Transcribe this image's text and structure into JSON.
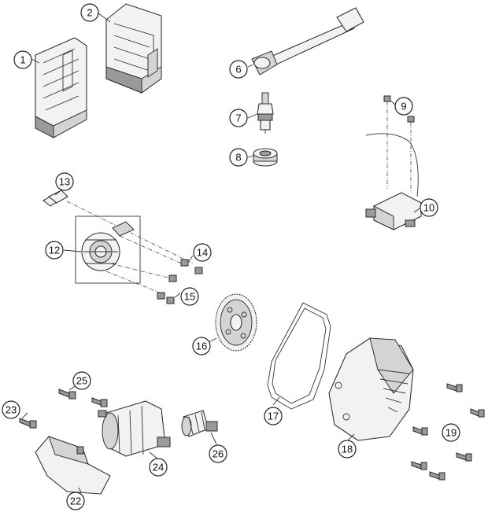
{
  "callouts": [
    {
      "id": "1",
      "label": "1"
    },
    {
      "id": "2",
      "label": "2"
    },
    {
      "id": "6",
      "label": "6"
    },
    {
      "id": "7",
      "label": "7"
    },
    {
      "id": "8",
      "label": "8"
    },
    {
      "id": "9",
      "label": "9"
    },
    {
      "id": "10",
      "label": "10"
    },
    {
      "id": "12",
      "label": "12"
    },
    {
      "id": "13",
      "label": "13"
    },
    {
      "id": "14",
      "label": "14"
    },
    {
      "id": "15",
      "label": "15"
    },
    {
      "id": "16",
      "label": "16"
    },
    {
      "id": "17",
      "label": "17"
    },
    {
      "id": "18",
      "label": "18"
    },
    {
      "id": "19",
      "label": "19"
    },
    {
      "id": "22",
      "label": "22"
    },
    {
      "id": "23",
      "label": "23"
    },
    {
      "id": "24",
      "label": "24"
    },
    {
      "id": "25",
      "label": "25"
    },
    {
      "id": "26",
      "label": "26"
    }
  ]
}
